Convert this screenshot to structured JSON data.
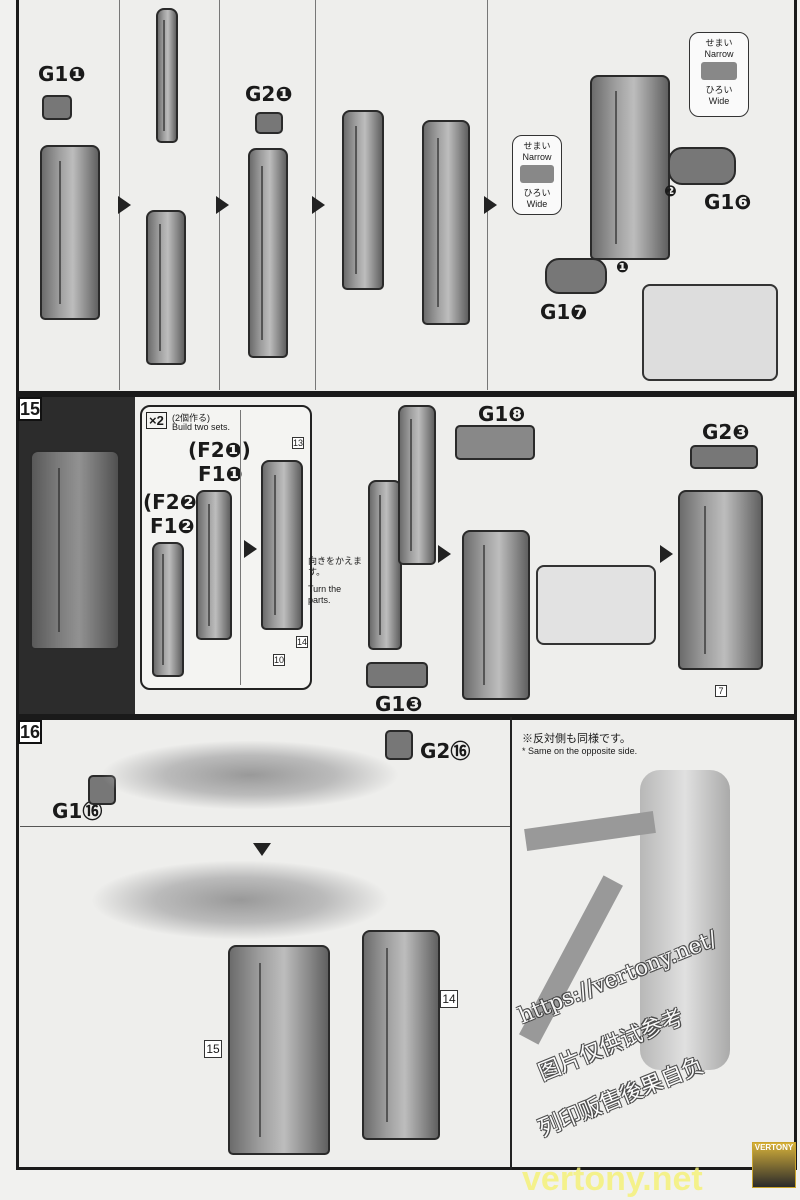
{
  "step14": {
    "labels": [
      "G1❶",
      "G2❶",
      "G1❼",
      "G1❻"
    ],
    "narrow_jp": "せまい",
    "narrow_en": "Narrow",
    "wide_jp": "ひろい",
    "wide_en": "Wide",
    "order": [
      "❶",
      "❷"
    ]
  },
  "step15": {
    "number": "15",
    "build_count": "×2",
    "build_jp": "(2個作る)",
    "build_en": "Build two sets.",
    "parts": [
      "(F2❶)",
      "F1❶",
      "(F2❷)",
      "F1❷",
      "G1❽",
      "G2❸",
      "G1❸"
    ],
    "turn_jp": "向きをかえます。",
    "turn_en": "Turn the parts.",
    "refs": [
      "13",
      "14",
      "10",
      "7"
    ]
  },
  "step16": {
    "number": "16",
    "parts": [
      "G2⑯",
      "G1⑯"
    ],
    "refs": [
      "15",
      "14"
    ],
    "note_jp": "※反対側も同様です。",
    "note_en": "* Same on the opposite side."
  },
  "watermark": {
    "url": "https://vertony.net/",
    "line1": "图片仅供试参考",
    "line2": "列印贩售後果自负",
    "logo": "VERTONY",
    "site": "vertony.net"
  }
}
